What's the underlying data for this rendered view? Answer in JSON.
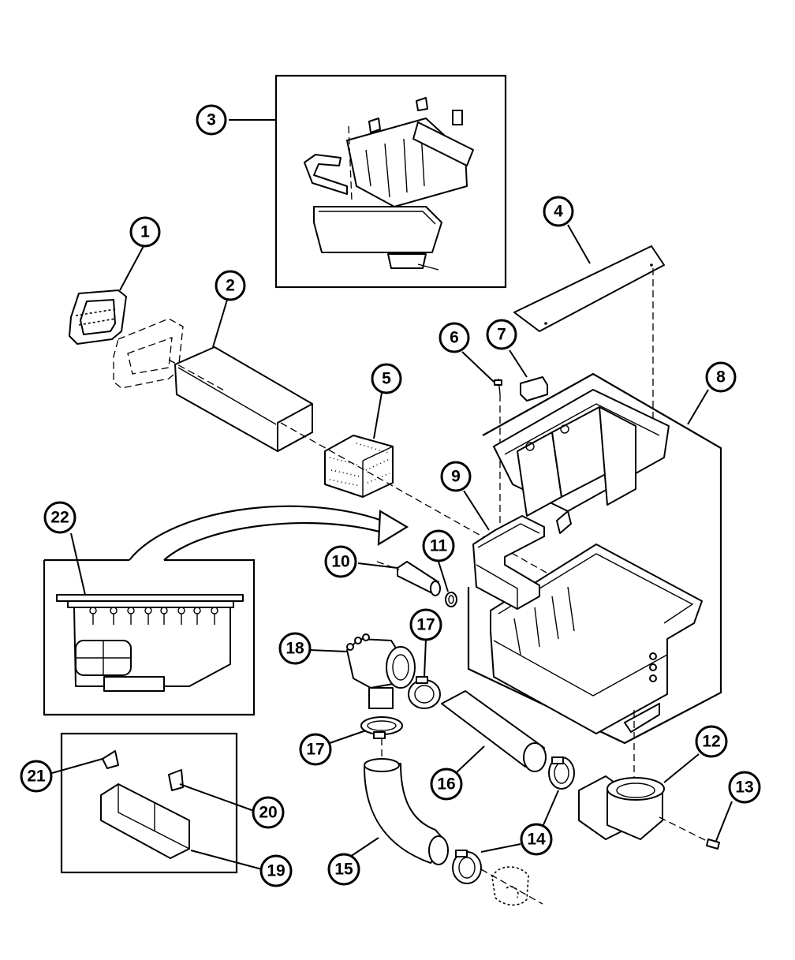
{
  "diagram": {
    "callouts": [
      {
        "id": "c1",
        "label": "1"
      },
      {
        "id": "c2",
        "label": "2"
      },
      {
        "id": "c3",
        "label": "3"
      },
      {
        "id": "c4",
        "label": "4"
      },
      {
        "id": "c5",
        "label": "5"
      },
      {
        "id": "c6",
        "label": "6"
      },
      {
        "id": "c7",
        "label": "7"
      },
      {
        "id": "c8",
        "label": "8"
      },
      {
        "id": "c9",
        "label": "9"
      },
      {
        "id": "c10",
        "label": "10"
      },
      {
        "id": "c11",
        "label": "11"
      },
      {
        "id": "c12",
        "label": "12"
      },
      {
        "id": "c13",
        "label": "13"
      },
      {
        "id": "c14",
        "label": "14"
      },
      {
        "id": "c15",
        "label": "15"
      },
      {
        "id": "c16",
        "label": "16"
      },
      {
        "id": "c17a",
        "label": "17"
      },
      {
        "id": "c17b",
        "label": "17"
      },
      {
        "id": "c18",
        "label": "18"
      },
      {
        "id": "c19",
        "label": "19"
      },
      {
        "id": "c20",
        "label": "20"
      },
      {
        "id": "c21",
        "label": "21"
      },
      {
        "id": "c22",
        "label": "22"
      }
    ]
  }
}
